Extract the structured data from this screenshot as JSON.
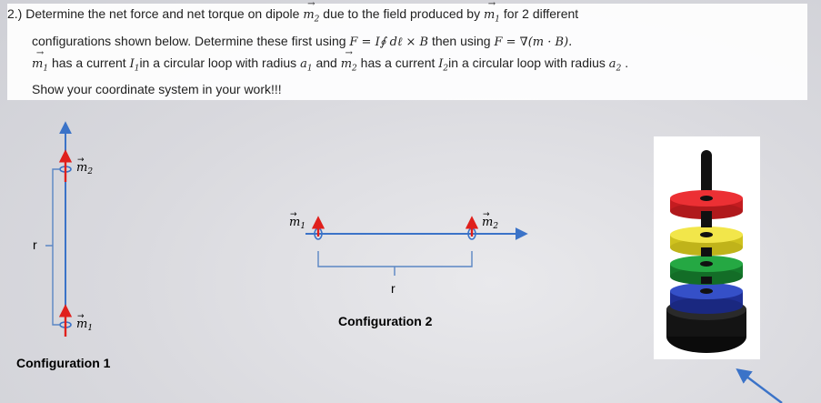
{
  "problem": {
    "number": "2.)",
    "line1a": "Determine the net force and net torque on dipole",
    "m2": "m",
    "sub2": "2",
    "line1b": "due to the field produced by",
    "m1": "m",
    "sub1": "1",
    "line1c": "for 2 different",
    "line2a": "configurations shown below.  Determine these first using",
    "formula1": "F = I∮ dℓ × B",
    "line2b": "then using",
    "formula2": "F = ∇(m · B).",
    "line3a": "has a current",
    "I1": "I",
    "line3b": "in a circular loop with radius",
    "a1": "a",
    "line3c": "and",
    "line3d": "has a current",
    "I2": "I",
    "line3e": "in a circular loop with radius",
    "a2": "a",
    "line3f": ".",
    "line4": "Show your coordinate system in your work!!!"
  },
  "config1": {
    "top_label": "m",
    "top_sub": "2",
    "bottom_label": "m",
    "bottom_sub": "1",
    "distance_label": "r",
    "caption": "Configuration 1"
  },
  "config2": {
    "left_label": "m",
    "left_sub": "1",
    "right_label": "m",
    "right_sub": "2",
    "distance_label": "r",
    "caption": "Configuration 2"
  },
  "colors": {
    "axis_blue": "#3b73c8",
    "dipole_red": "#e0201c",
    "bracket_blue": "#5a86c4",
    "magnet_red": "#e8262a",
    "magnet_yellow": "#f0e040",
    "magnet_green": "#1f9a3a",
    "magnet_blue": "#2a3fb0",
    "magnet_black": "#111111"
  }
}
